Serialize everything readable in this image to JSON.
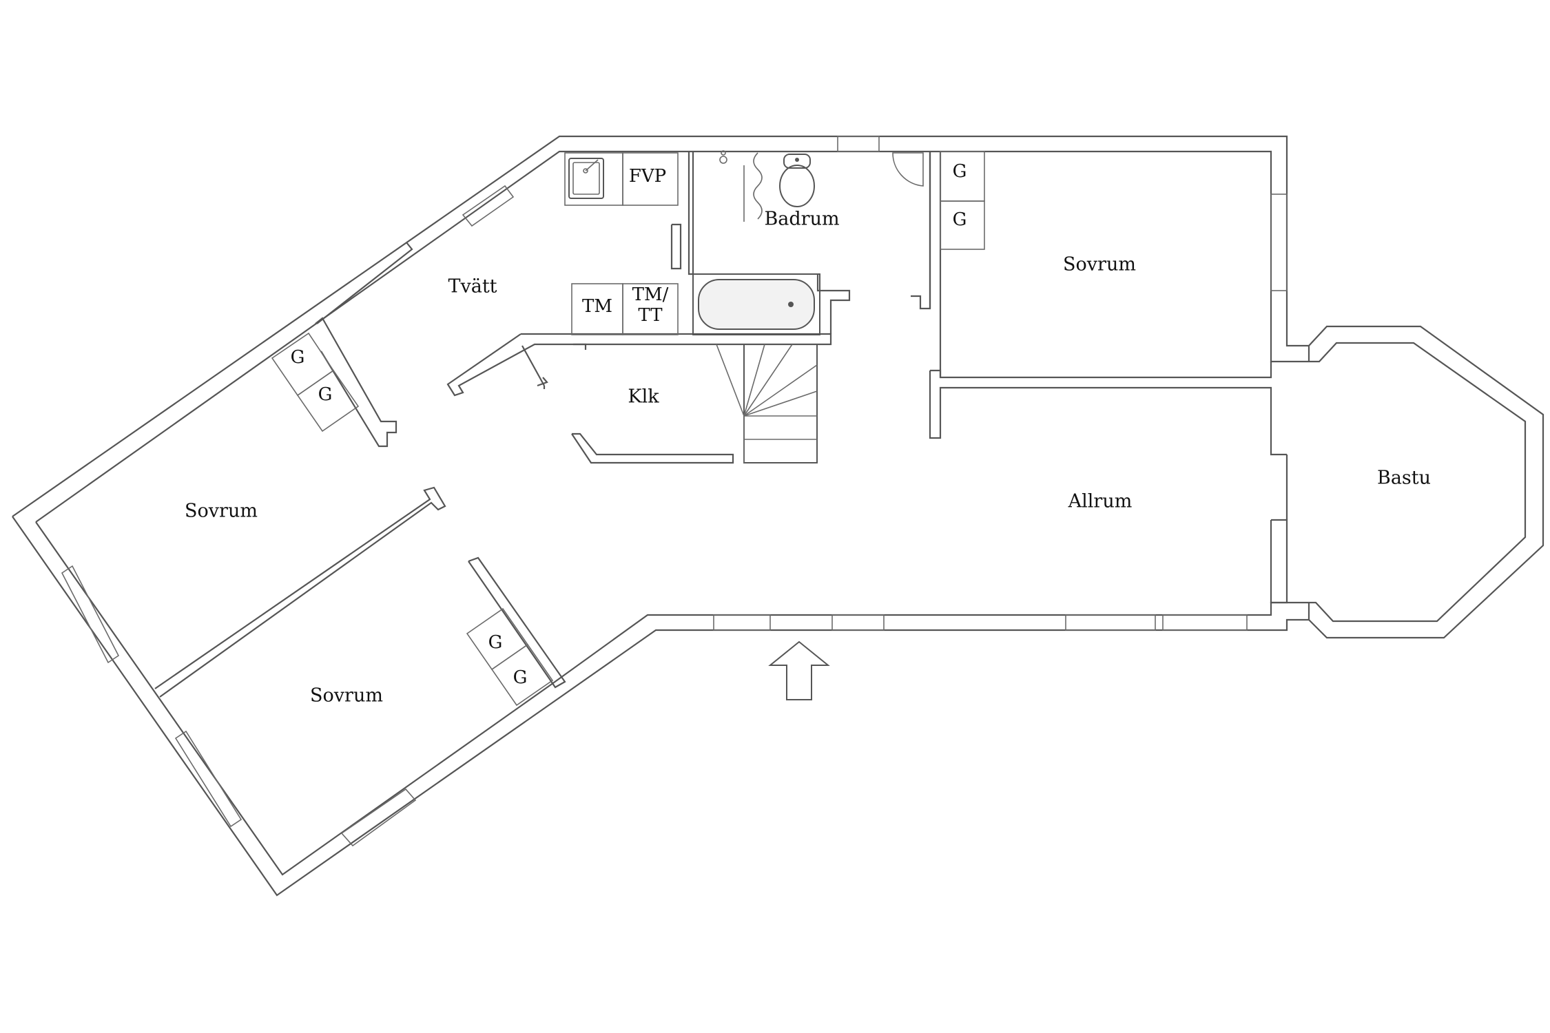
{
  "rooms": {
    "tvatt": "Tvätt",
    "badrum": "Badrum",
    "sovrum_right": "Sovrum",
    "klk": "Klk",
    "allrum": "Allrum",
    "bastu": "Bastu",
    "sovrum_left_upper": "Sovrum",
    "sovrum_left_lower": "Sovrum"
  },
  "fixtures": {
    "fvp": "FVP",
    "tm": "TM",
    "tm_tt": "TM/\nTT",
    "wardrobe": "G"
  },
  "entrance": "entrance-arrow-icon"
}
